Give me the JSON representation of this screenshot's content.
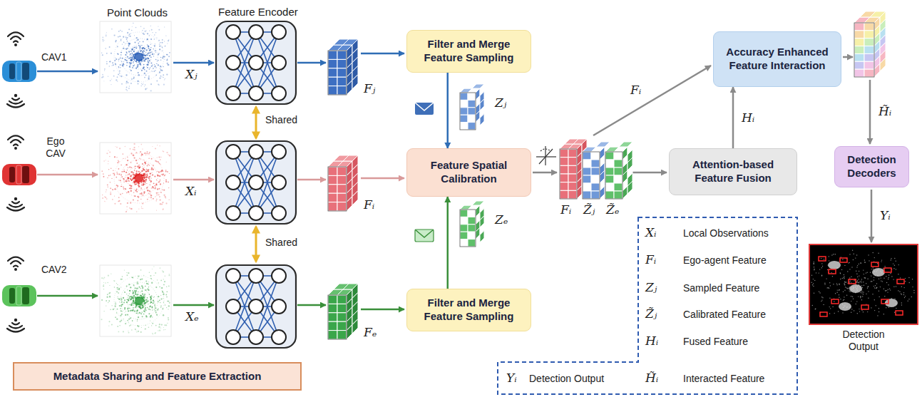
{
  "diagram": {
    "nodes": [
      {
        "text": [
          "Filter and Merge Feature Sampling"
        ]
      },
      {
        "text": [
          "Feature Spatial Calibration"
        ]
      },
      {
        "text": [
          "Filter and Merge Feature Sampling"
        ]
      },
      {
        "text": [
          "Accuracy Enhanced Feature Interaction"
        ]
      },
      {
        "text": [
          "Attention-based Feature Fusion"
        ]
      },
      {
        "text": [
          "Detection Decoders"
        ]
      },
      {
        "text": [
          "Metadata Sharing and Feature Extraction"
        ]
      }
    ],
    "edges": [
      {
        "from": 0,
        "to": 1,
        "arrow": "to"
      },
      {
        "from": 2,
        "to": 1,
        "arrow": "to"
      },
      {
        "from": 4,
        "to": 3,
        "label": "Hᵢ",
        "arrow": "to"
      }
    ],
    "labels": [
      "CAV1",
      "Ego CAV",
      "CAV2",
      "Point Clouds",
      "Feature Encoder",
      "Shared",
      "Shared",
      "Xⱼ",
      "Xᵢ",
      "Xₑ",
      "Fⱼ",
      "Fᵢ",
      "Fₑ",
      "Zⱼ",
      "Zₑ",
      "Fᵢ",
      "Z̃ⱼ",
      "Z̃ₑ",
      "Fᵢ",
      "H̃ᵢ",
      "Yᵢ",
      "Detection Output",
      "Xᵢ",
      "Local Observations",
      "Fᵢ",
      "Ego-agent Feature",
      "Zⱼ",
      "Sampled Feature",
      "Z̃ⱼ",
      "Calibrated Feature",
      "Hᵢ",
      "Fused Feature",
      "H̃ᵢ",
      "Interacted Feature",
      "Yᵢ",
      "Detection Output"
    ]
  }
}
